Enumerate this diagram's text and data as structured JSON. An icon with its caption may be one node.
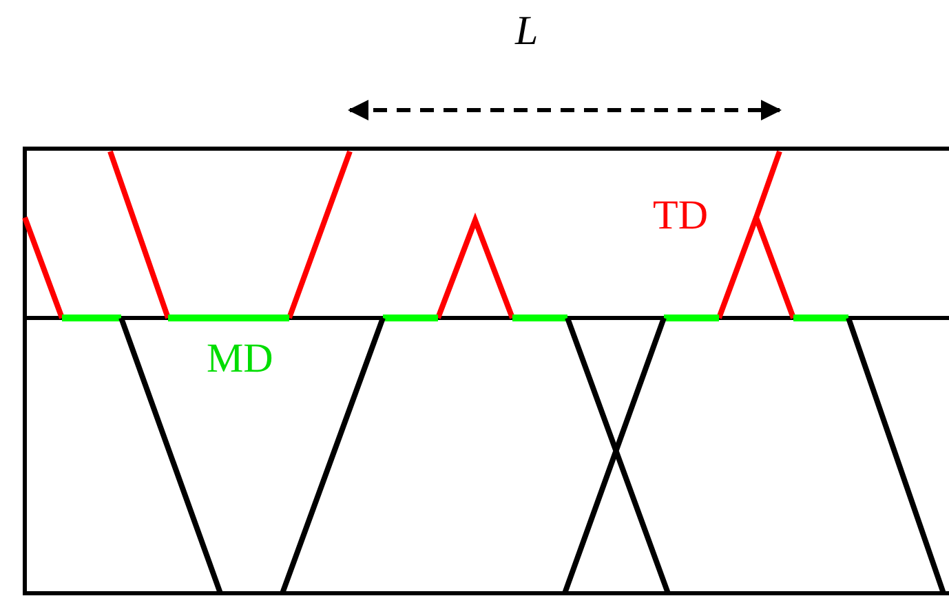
{
  "diagram": {
    "labels": [
      "L",
      "TD",
      "MD"
    ]
  }
}
